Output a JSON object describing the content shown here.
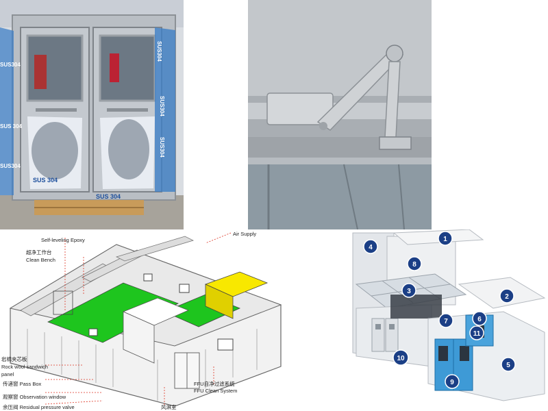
{
  "photo_door": {
    "stickers": [
      "SUS 304",
      "SUS304",
      "SUS304",
      "SUS 304",
      "SUS 304",
      "SUS304",
      "SUS304",
      "SUS304"
    ]
  },
  "cleanroom_diagram": {
    "labels_top": [
      "Self-leveling Epoxy",
      "超净工作台",
      "Clean Bench",
      "Air Supply"
    ],
    "labels_left": [
      "岩棉夹芯板",
      "Rock wool sandwich",
      "panel",
      "传递窗 Pass Box",
      "观察窗  Observation window",
      "余压阀  Residual pressure valve"
    ],
    "labels_bottom": [
      "FFU自净过滤系统",
      "FFU Clean System",
      "风淋室"
    ]
  },
  "modular_room": {
    "badges": [
      "1",
      "2",
      "3",
      "4",
      "5",
      "6",
      "7",
      "8",
      "9",
      "10",
      "11"
    ]
  }
}
